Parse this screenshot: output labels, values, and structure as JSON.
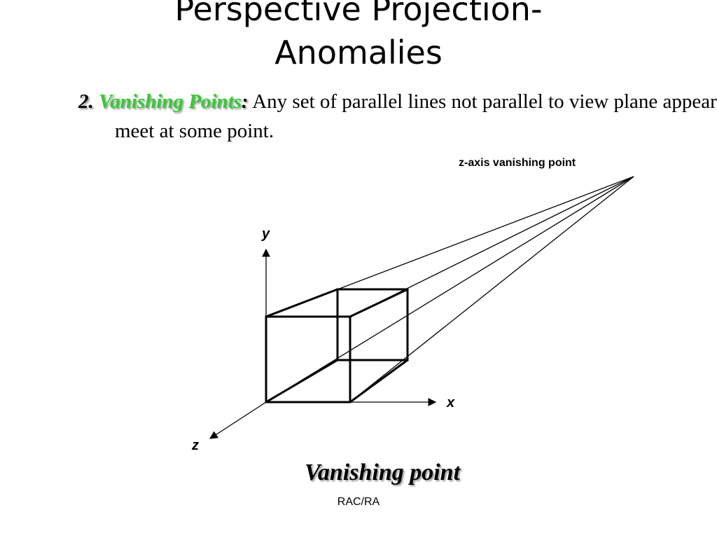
{
  "slide": {
    "title_line1": "Perspective Projection-",
    "title_line2": "Anomalies",
    "bullet": {
      "number": "2.",
      "term": "Vanishing Points",
      "colon": ":",
      "text": "Any set of parallel lines not parallel to view plane appear to meet at some point."
    },
    "caption": "Vanishing point",
    "footer": "RAC/RA"
  },
  "diagram": {
    "vanishing_point_label": "z-axis vanishing point",
    "axis_x_label": "x",
    "axis_y_label": "y",
    "axis_z_label": "z"
  },
  "colors": {
    "term_green": "#33cc33",
    "text": "#000000",
    "background": "#ffffff"
  }
}
